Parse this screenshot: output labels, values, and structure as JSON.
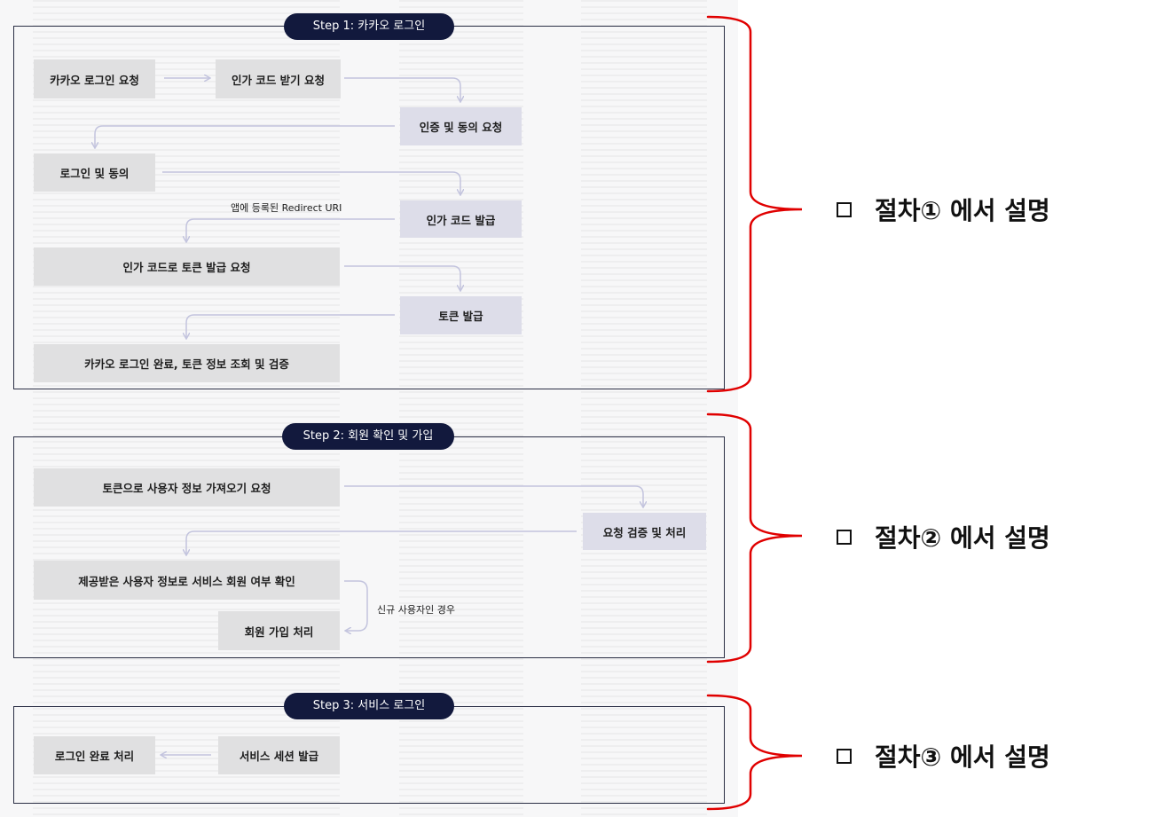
{
  "steps": [
    {
      "title": "Step 1: 카카오 로그인",
      "boxes": {
        "kakao_login_request": "카카오 로그인 요청",
        "auth_code_request": "인가 코드 받기 요청",
        "auth_consent_request": "인증 및 동의 요청",
        "login_consent": "로그인 및 동의",
        "auth_code_issue": "인가 코드 발급",
        "token_issue_request": "인가 코드로 토큰 발급 요청",
        "token_issue": "토큰 발급",
        "login_complete": "카카오 로그인 완료, 토큰 정보 조회 및 검증"
      },
      "note": "앱에 등록된 Redirect URI"
    },
    {
      "title": "Step 2: 회원 확인 및 가입",
      "boxes": {
        "user_info_request": "토큰으로 사용자 정보 가져오기 요청",
        "request_validation": "요청 검증 및 처리",
        "member_check": "제공받은 사용자 정보로 서비스 회원 여부 확인",
        "signup": "회원 가입 처리"
      },
      "note": "신규 사용자인 경우"
    },
    {
      "title": "Step 3: 서비스 로그인",
      "boxes": {
        "session_issue": "서비스 세션 발급",
        "login_done": "로그인 완료 처리"
      }
    }
  ],
  "annotations": [
    "절차① 에서 설명",
    "절차② 에서 설명",
    "절차③ 에서 설명"
  ],
  "colors": {
    "pill": "#12193d",
    "frame": "#2b2f45",
    "client_box": "#e0e0e1",
    "server_box": "#dddde9",
    "arrow": "#c3c4de",
    "brace": "#e00000"
  }
}
